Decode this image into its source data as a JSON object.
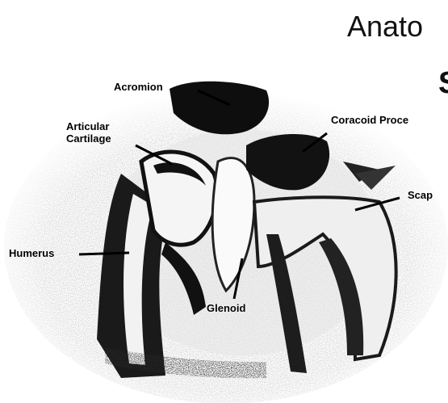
{
  "title": "Anato",
  "subtitle_fragment": "S",
  "labels": {
    "acromion": "Acromion",
    "articular_line1": "Articular",
    "articular_line2": "Cartilage",
    "coracoid": "Coracoid Proce",
    "scapula": "Scap",
    "humerus": "Humerus",
    "glenoid": "Glenoid"
  }
}
